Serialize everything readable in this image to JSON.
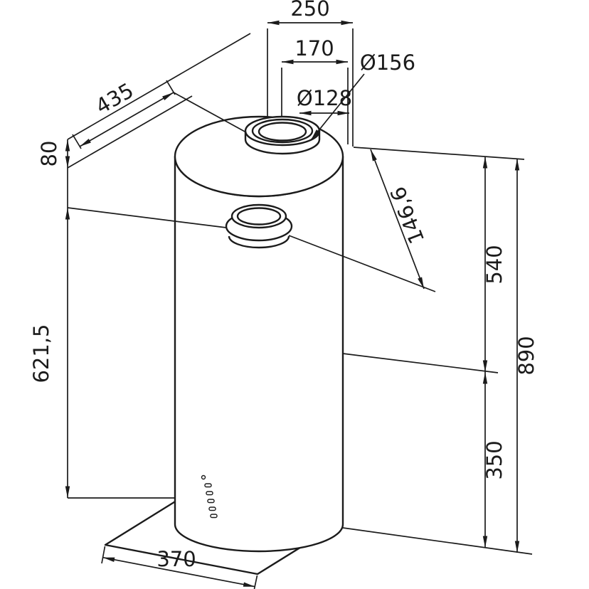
{
  "drawing": {
    "background": "#ffffff",
    "line_color": "#1b1b1b",
    "dims": {
      "top_width": "250",
      "flue_offset": "170",
      "flue_outer_diameter": "Ø156",
      "flue_inner_diameter": "Ø128",
      "top_depth": "435",
      "ceiling_gap": "80",
      "spigot_distance": "146,6",
      "upper_height": "540",
      "total_height": "890",
      "body_height": "621,5",
      "lower_height": "350",
      "base_width": "370"
    }
  }
}
